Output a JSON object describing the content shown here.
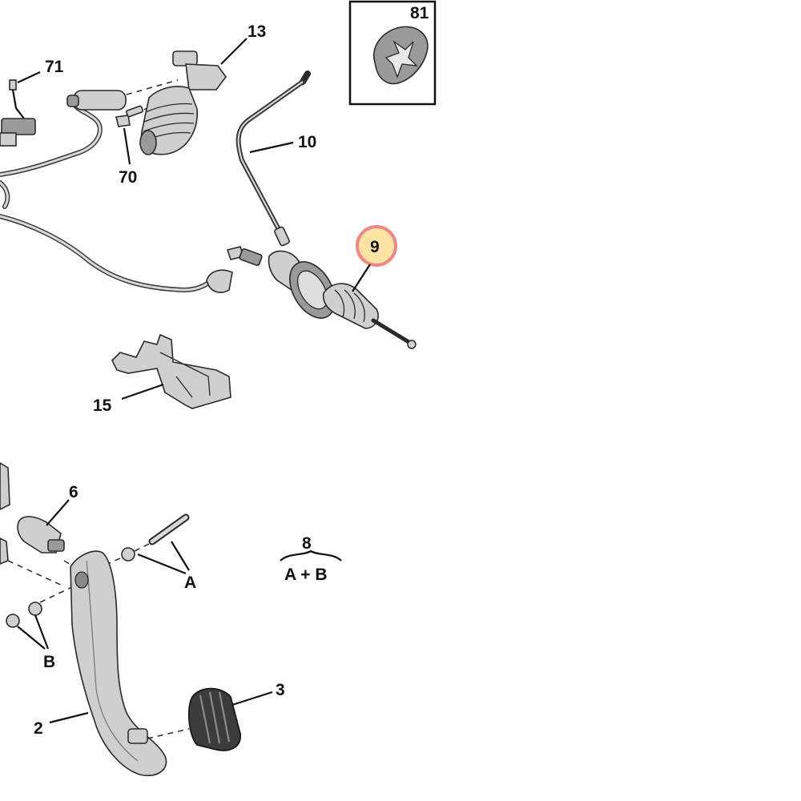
{
  "callouts": {
    "c71": "71",
    "c13": "13",
    "c81": "81",
    "c10": "10",
    "c70": "70",
    "c9": "9",
    "c15": "15",
    "c6": "6",
    "c8": "8",
    "c8_formula": "A + B",
    "cA": "A",
    "cB": "B",
    "c3": "3",
    "c2": "2"
  },
  "colors": {
    "highlight_fill": "#fde3a0",
    "highlight_ring": "#f08080"
  }
}
